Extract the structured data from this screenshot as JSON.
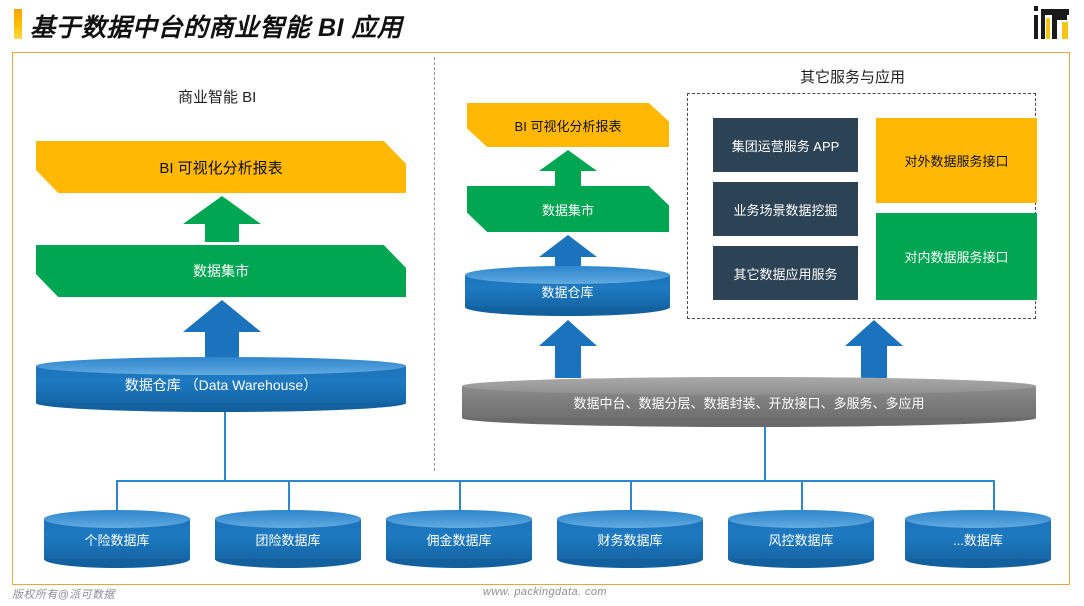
{
  "header": {
    "title": "基于数据中台的商业智能 BI 应用",
    "logo_name": "company-logo"
  },
  "columns": {
    "left_title": "商业智能 BI",
    "right_title": "其它服务与应用"
  },
  "left_stack": {
    "report": "BI 可视化分析报表",
    "mart": "数据集市",
    "warehouse": "数据仓库 （Data Warehouse）"
  },
  "middle_stack": {
    "report": "BI 可视化分析报表",
    "mart": "数据集市",
    "warehouse": "数据仓库",
    "platform": "数据中台、数据分层、数据封装、开放接口、多服务、多应用"
  },
  "services": {
    "navy": [
      "集团运营服务 APP",
      "业务场景数据挖掘",
      "其它数据应用服务"
    ],
    "external_api": "对外数据服务接口",
    "internal_api": "对内数据服务接口"
  },
  "databases": [
    "个险数据库",
    "团险数据库",
    "佣金数据库",
    "财务数据库",
    "风控数据库",
    "...数据库"
  ],
  "footer": {
    "copyright": "版权所有@派可数据",
    "url": "www. packingdata. com"
  },
  "colors": {
    "accent_orange": "#FFB804",
    "green": "#00A651",
    "blue": "#1C72B8",
    "gray": "#8C8C8C",
    "navy": "#2C4355",
    "frame": "#E8A73B"
  }
}
